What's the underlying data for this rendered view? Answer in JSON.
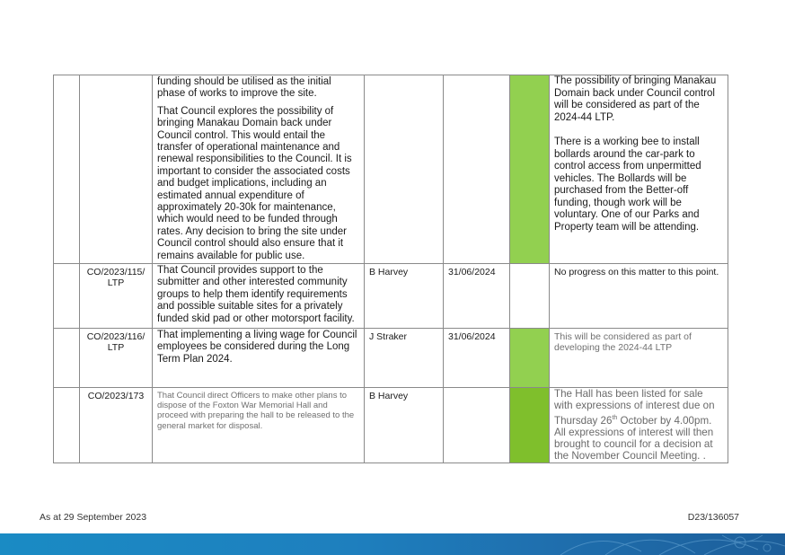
{
  "colors": {
    "status_green": "#92d050",
    "status_green_dark": "#7fbf2c",
    "border": "#8a8a8a",
    "band": "#1e7fbe"
  },
  "rows": [
    {
      "ref": "",
      "action": [
        "funding should be utilised as the initial phase of works to improve the site.",
        "That Council explores the possibility of bringing Manakau Domain back under Council control. This would entail the transfer of operational maintenance and renewal responsibilities to the Council. It is important to consider the associated costs and budget implications, including an estimated annual expenditure of approximately 20-30k for maintenance, which would need to be funded through rates. Any decision to bring the site under Council control should also ensure that it remains available for public use."
      ],
      "owner": "",
      "date": "",
      "status_color": "#92d050",
      "result": [
        "The possibility of bringing Manakau Domain back under Council control will be considered as part of the 2024-44 LTP.",
        "There is a working bee to install bollards around the car-park to control access from unpermitted vehicles. The Bollards will be purchased from the Better-off funding, though work will be voluntary. One of our Parks and Property team will be attending."
      ]
    },
    {
      "ref": "CO/2023/115/ LTP",
      "action": [
        "That Council provides support to the submitter and other interested community groups to help them identify requirements and possible suitable sites for a privately funded skid pad or other motorsport facility."
      ],
      "owner": "B Harvey",
      "date": "31/06/2024",
      "status_color": "#ffffff",
      "result": [
        "No progress on this matter to this point."
      ]
    },
    {
      "ref": "CO/2023/116/ LTP",
      "action": [
        "That implementing a living wage for Council employees be considered during the Long Term Plan 2024."
      ],
      "owner": "J Straker",
      "date": "31/06/2024",
      "status_color": "#92d050",
      "result": [
        "This will be considered as part of developing the 2024-44 LTP"
      ]
    },
    {
      "ref": "CO/2023/173",
      "action": [
        "That Council direct Officers to make other plans to dispose of the Foxton War Memorial Hall and proceed with preparing the hall to be released to the general market for disposal."
      ],
      "owner": "B Harvey",
      "date": "",
      "status_color": "#7fbf2c",
      "result_parts": {
        "a": "The Hall has been listed for sale with expressions of interest due on Thursday 26",
        "sup": "th",
        "b": " October by 4.00pm. All expressions of interest will then brought to council for a decision at the November Council Meeting. ."
      }
    }
  ],
  "footer": {
    "left": "As at 29 September 2023",
    "right": "D23/136057"
  }
}
